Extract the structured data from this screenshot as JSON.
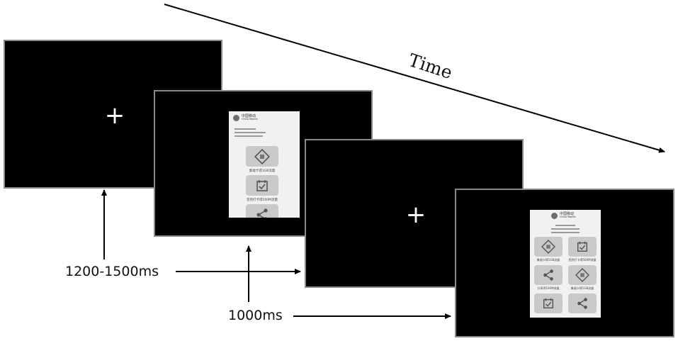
{
  "time_label": "Time",
  "timing": {
    "fixation_duration": "1200-1500ms",
    "stimulus_duration": "1000ms"
  },
  "fixation_symbol": "+",
  "phone": {
    "brand_cn": "中国移动",
    "brand_en": "China Mobile",
    "colors": {
      "background": "#f1f1f1",
      "tile": "#c9c9c9",
      "icon": "#555555"
    },
    "single_captions": [
      "集福卡得1GB流量",
      "签到打卡得500M流量"
    ],
    "grid_captions": [
      "集福卡得1GB流量",
      "签到打卡得500M流量",
      "分享得100M流量",
      "集福卡得1GB流量"
    ]
  },
  "colors": {
    "screen": "#000000",
    "screen_border": "#8a8a8a",
    "arrow": "#000000"
  }
}
